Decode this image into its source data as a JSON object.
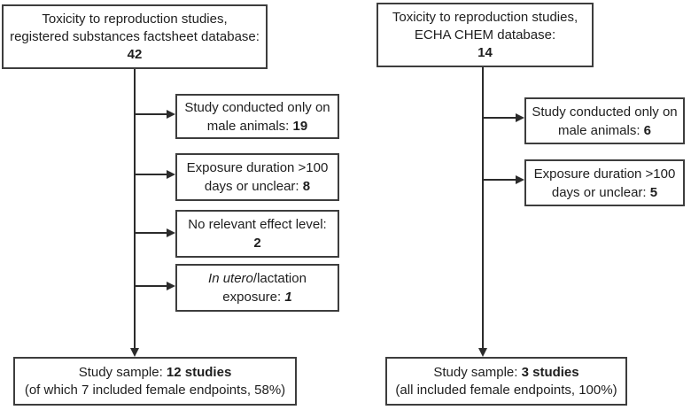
{
  "flowchart": {
    "left": {
      "source": {
        "line1": "Toxicity to reproduction studies,",
        "line2": "registered substances factsheet database:",
        "count": "42"
      },
      "exclusions": [
        {
          "line1": "Study conducted only on",
          "line2": "male animals: ",
          "count": "19"
        },
        {
          "line1": "Exposure duration >100",
          "line2": "days or unclear: ",
          "count": "8"
        },
        {
          "line1": "No relevant effect level:",
          "line2": "",
          "count": "2"
        },
        {
          "line1_italic": "In utero",
          "line1_rest": "/lactation",
          "line2": "exposure: ",
          "count": "1"
        }
      ],
      "result": {
        "prefix": "Study sample: ",
        "bold": "12 studies",
        "line2": "(of which 7 included female endpoints, 58%)"
      }
    },
    "right": {
      "source": {
        "line1": "Toxicity to reproduction studies,",
        "line2": "ECHA CHEM database:",
        "count": "14"
      },
      "exclusions": [
        {
          "line1": "Study conducted only on",
          "line2": "male animals: ",
          "count": "6"
        },
        {
          "line1": "Exposure duration >100",
          "line2": "days or unclear: ",
          "count": "5"
        }
      ],
      "result": {
        "prefix": "Study sample: ",
        "bold": "3 studies",
        "line2": "(all included female endpoints, 100%)"
      }
    }
  }
}
